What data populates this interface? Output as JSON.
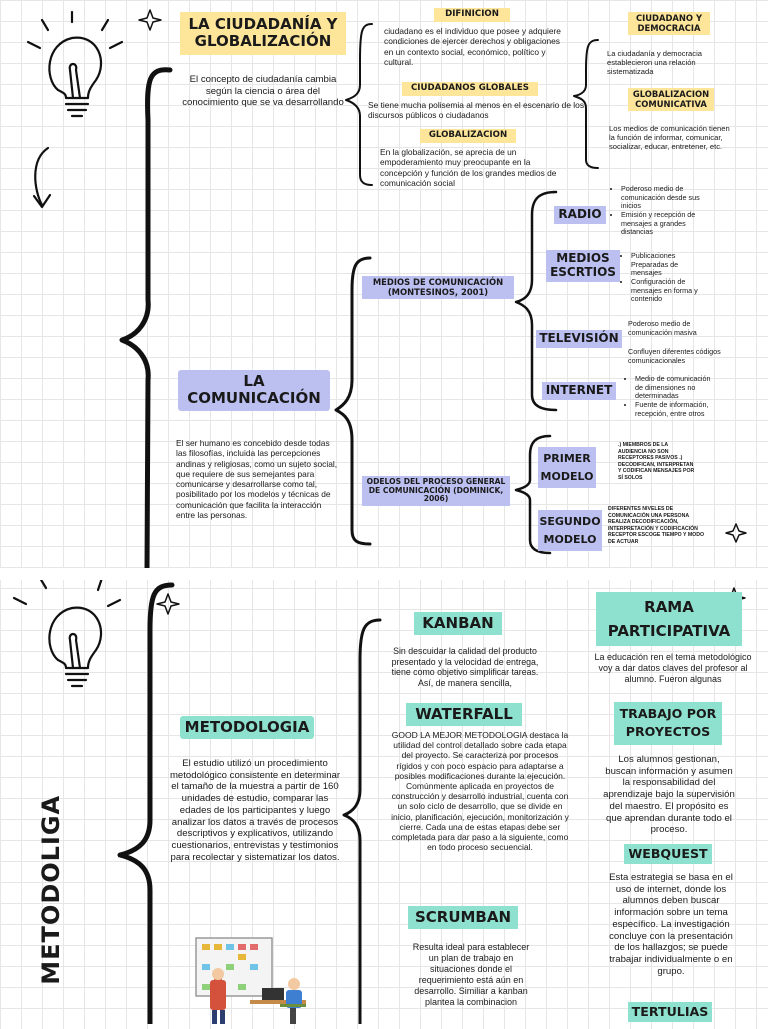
{
  "section1": {
    "title": "LA CIUDADANÍA Y GLOBALIZACIÓN",
    "intro": "El concepto de ciudadanía cambia según la ciencia o área del conocimiento que se va desarrollando",
    "definicion": {
      "label": "DIFINICION",
      "text": "ciudadano es el individuo que posee y adquiere condiciones de ejercer derechos y obligaciones en un contexto social, económico, político y cultural."
    },
    "ciudadanos_globales": {
      "label": "CIUDADANOS GLOBALES",
      "text": "Se tiene mucha polisemia al menos en el escenario de los discursos públicos o ciudadanos"
    },
    "globalizacion": {
      "label": "GLOBALIZACION",
      "text": "En la  globalización,  se aprecia de un empoderamiento muy preocupante en la concepción y función de los grandes medios de comunicación social"
    },
    "ciudadano_democracia": {
      "label": "CIUDADANO Y DEMOCRACIA",
      "text": "La ciudadanía y democracia establecieron una relación sistematizada"
    },
    "globalizacion_comunicativa": {
      "label": "GLOBALIZACION COMUNICATIVA",
      "text": "Los medios de comunicación tienen la función de informar, comunicar, socializar, educar, entretener, etc."
    }
  },
  "section2": {
    "title": "LA COMUNICACIÓN",
    "intro": "El ser humano es concebido desde todas las filosofías, incluida las percepciones andinas y religiosas, como un sujeto social, que requiere de sus semejantes para comunicarse y desarrollarse como tal, posibilitado por los modelos y técnicas de comunicación que facilita la interacción entre las personas.",
    "medios_label": "MEDIOS DE COMUNICACIÓN (MONTESINOS, 2001)",
    "modelos_label": "ODELOS DEL PROCESO GENERAL DE COMUNICACIÓN (DOMINICK, 2006)",
    "radio": {
      "label": "RADIO",
      "items": [
        "Poderoso medio de comunicación desde sus inicios",
        "Emisión y recepción de mensajes a grandes distancias"
      ]
    },
    "escritos": {
      "label": "MEDIOS ESCRTIOS",
      "items": [
        "Publicaciones Preparadas de mensajes",
        "Configuración de mensajes en forma y contenido"
      ]
    },
    "television": {
      "label": "TELEVISIÓN",
      "text1": "Poderoso medio de comunicación masiva",
      "text2": "Confluyen diferentes códigos comunicacionales"
    },
    "internet": {
      "label": "INTERNET",
      "items": [
        "Medio de comunicación de dimensiones no determinadas",
        "Fuente de información, recepción, entre otros"
      ]
    },
    "primer_modelo": {
      "label": "PRIMER MODELO",
      "text": ".) MIEMBROS DE LA AUDIENCIA NO SON RECEPTORES PASIVOS .) DECODIFICAN, INTERPRETAN Y CODIFICAN MENSAJES POR SÍ SOLOS"
    },
    "segundo_modelo": {
      "label": "SEGUNDO MODELO",
      "text": "DIFERENTES NIVELES DE COMUNICACIÓN UNA PERSONA REALIZA DECODIFICACIÓN, INTERPRETACIÓN Y CODIFICACIÓN RECEPTOR ESCOGE TIEMPO Y MODO DE ACTUAR"
    }
  },
  "section3": {
    "vertical_title": "METODOLIGA",
    "title": "METODOLOGIA",
    "intro": "El estudio utilizó un procedimiento metodológico consistente en determinar el tamaño de la muestra a partir de 160 unidades de estudio, comparar las edades de los participantes y luego analizar los datos a través de procesos descriptivos y explicativos, utilizando cuestionarios, entrevistas y testimonios para recolectar y sistematizar los datos.",
    "kanban": {
      "label": "KANBAN",
      "text": "Sin descuidar la calidad del producto presentado y la velocidad de entrega, tiene como objetivo simplificar tareas. Así, de manera sencilla,"
    },
    "waterfall": {
      "label": "WATERFALL",
      "text": "GOOD LA MEJOR METODOLOGIA destaca la utilidad del control detallado sobre cada etapa del proyecto. Se caracteriza por procesos rígidos y con poco espacio para adaptarse a posibles modificaciones durante la ejecución. Comúnmente aplicada en proyectos de construcción y desarrollo industrial, cuenta con un solo ciclo de desarrollo, que se divide en inicio, planificación, ejecución, monitorización y cierre. Cada una de estas etapas debe ser completada para dar paso a la siguiente, como en todo proceso secuencial."
    },
    "scrumban": {
      "label": "SCRUMBAN",
      "text": "Resulta ideal para establecer un plan de trabajo en situaciones donde el requerimiento está aún en desarrollo. Similiar a kanban plantea la combinacion"
    },
    "rama": {
      "label": "RAMA PARTICIPATIVA",
      "text": "La educación ren el tema metodológico voy a dar datos claves del profesor al alumno. Fueron algunas"
    },
    "proyectos": {
      "label": "TRABAJO POR PROYECTOS",
      "text": "Los alumnos gestionan, buscan información y asumen la responsabilidad del aprendizaje bajo la supervisión del maestro. El propósito es que aprendan durante todo el proceso."
    },
    "webquest": {
      "label": "WEBQUEST",
      "text": "Esta estrategia se basa en el uso de internet, donde los alumnos deben buscar información sobre un tema específico. La investigación concluye con la presentación de los hallazgos; se puede trabajar individualmente o en grupo."
    },
    "tertulias": {
      "label": "TERTULIAS"
    }
  },
  "colors": {
    "yellow": "#fde59a",
    "blue": "#bcc0f0",
    "teal": "#8fe1cf",
    "ink": "#1a1a1a"
  }
}
